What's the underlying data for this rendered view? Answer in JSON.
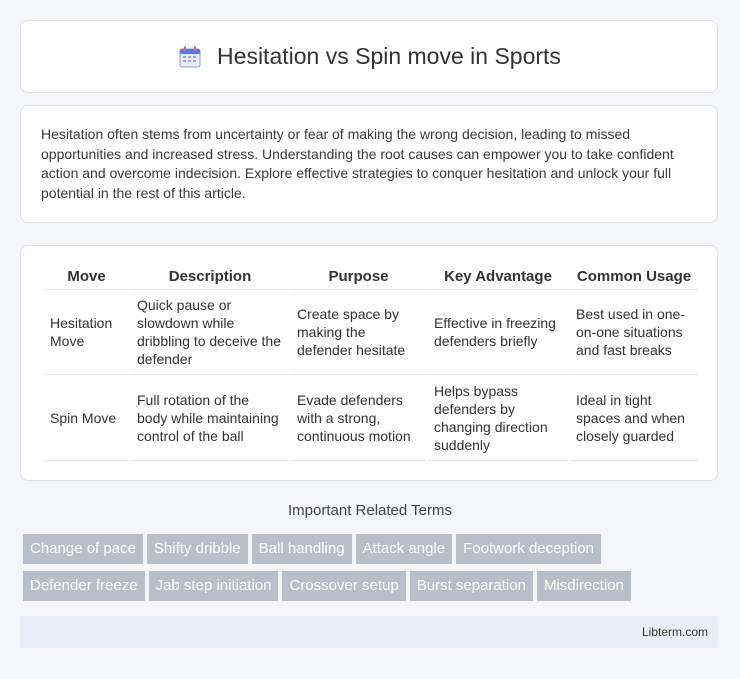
{
  "header": {
    "title": "Hesitation vs Spin move in Sports",
    "icon": "calendar-icon"
  },
  "intro": {
    "text": "Hesitation often stems from uncertainty or fear of making the wrong decision, leading to missed opportunities and increased stress. Understanding the root causes can empower you to take confident action and overcome indecision. Explore effective strategies to conquer hesitation and unlock your full potential in the rest of this article."
  },
  "table": {
    "headers": [
      "Move",
      "Description",
      "Purpose",
      "Key Advantage",
      "Common Usage"
    ],
    "rows": [
      [
        "Hesitation Move",
        "Quick pause or slowdown while dribbling to deceive the defender",
        "Create space by making the defender hesitate",
        "Effective in freezing defenders briefly",
        "Best used in one-on-one situations and fast breaks"
      ],
      [
        "Spin Move",
        "Full rotation of the body while maintaining control of the ball",
        "Evade defenders with a strong, continuous motion",
        "Helps bypass defenders by changing direction suddenly",
        "Ideal in tight spaces and when closely guarded"
      ]
    ]
  },
  "related": {
    "title": "Important Related Terms",
    "tags": [
      "Change of pace",
      "Shifty dribble",
      "Ball handling",
      "Attack angle",
      "Footwork deception",
      "Defender freeze",
      "Jab step initiation",
      "Crossover setup",
      "Burst separation",
      "Misdirection"
    ]
  },
  "footer": {
    "text": "Libterm.com"
  }
}
